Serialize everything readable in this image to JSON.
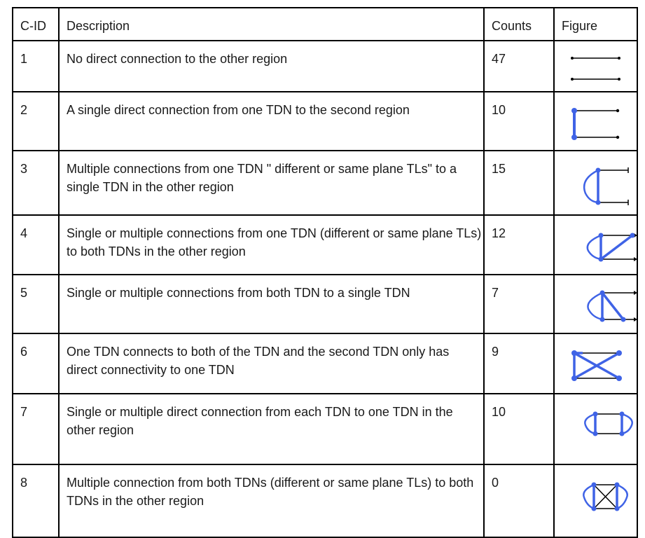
{
  "header": {
    "cid": "C-ID",
    "description": "Description",
    "counts": "Counts",
    "figure": "Figure"
  },
  "rows": [
    {
      "cid": "1",
      "description": "No direct connection to the other region",
      "count": "47",
      "figure_icon": "two-parallel-lines-icon"
    },
    {
      "cid": "2",
      "description": "A single direct connection from one TDN to the second region",
      "count": "10",
      "figure_icon": "single-vertical-connection-icon"
    },
    {
      "cid": "3",
      "description": "Multiple connections from one TDN \" different or same plane TLs\" to a single TDN in the other region",
      "count": "15",
      "figure_icon": "multiple-connections-single-tdn-icon"
    },
    {
      "cid": "4",
      "description": "Single or multiple connections from one TDN (different or same plane TLs) to both TDNs in the other region",
      "count": "12",
      "figure_icon": "connections-to-both-tdns-icon"
    },
    {
      "cid": "5",
      "description": "Single or multiple connections from both TDN to a single TDN",
      "count": "7",
      "figure_icon": "both-tdn-to-single-icon"
    },
    {
      "cid": "6",
      "description": "One TDN connects to both of the TDN and the second TDN only has direct connectivity to one TDN",
      "count": "9",
      "figure_icon": "cross-connection-icon"
    },
    {
      "cid": "7",
      "description": "Single or multiple direct connection from each TDN to one TDN in the other region",
      "count": "10",
      "figure_icon": "each-tdn-direct-connection-icon"
    },
    {
      "cid": "8",
      "description": "Multiple connection from both TDNs (different or same plane TLs) to both TDNs in the other region",
      "count": "0",
      "figure_icon": "full-mesh-connection-icon"
    }
  ],
  "colors": {
    "highlight": "#3f63e6",
    "line": "#000000"
  }
}
